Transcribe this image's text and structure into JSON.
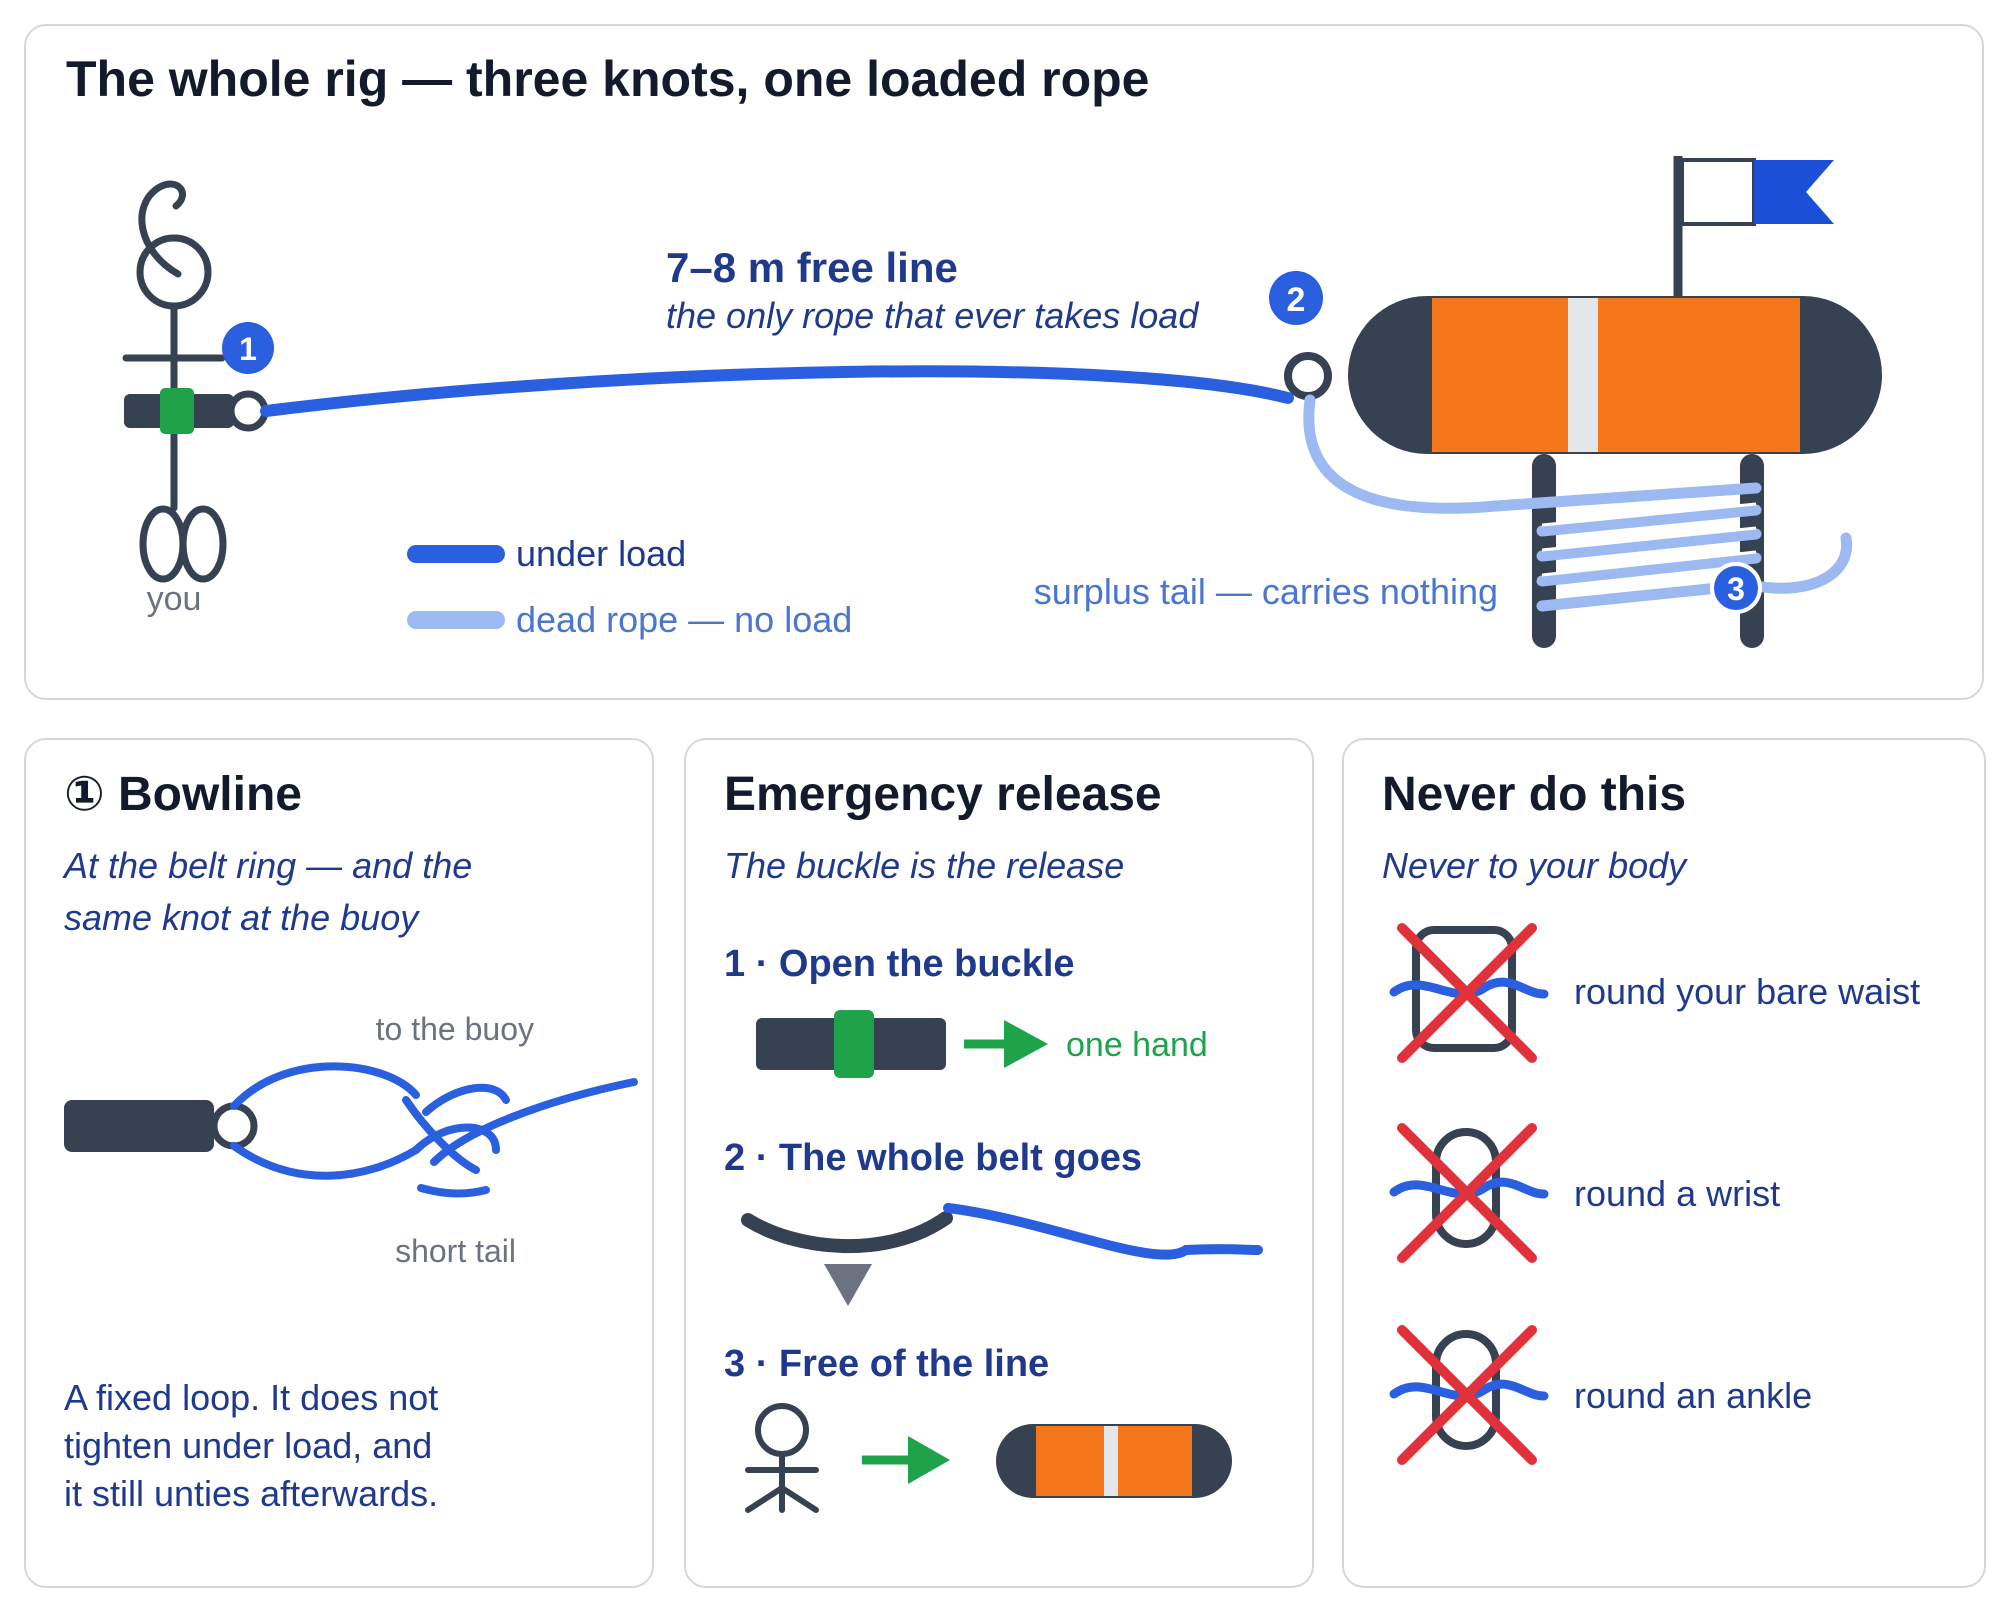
{
  "rig": {
    "title": "The whole rig — three knots, one loaded rope",
    "line_label": "7–8 m free line",
    "line_sub": "the only rope that ever takes load",
    "you_label": "you",
    "knot1": "1",
    "knot2": "2",
    "knot3": "3",
    "legend_loaded": "under load",
    "legend_dead": "dead rope — no load",
    "surplus_label": "surplus tail — carries nothing"
  },
  "bowline": {
    "title": "① Bowline",
    "sub1": "At the belt ring — and the",
    "sub2": "same knot at the buoy",
    "label_buoy": "to the buoy",
    "label_tail": "short tail",
    "desc1": "A fixed loop. It does not",
    "desc2": "tighten under load, and",
    "desc3": "it still unties afterwards."
  },
  "release": {
    "title": "Emergency release",
    "sub": "The buckle is the release",
    "step1": "1 · Open the buckle",
    "one_hand": "one hand",
    "step2": "2 · The whole belt goes",
    "step3": "3 · Free of the line"
  },
  "never": {
    "title": "Never do this",
    "sub": "Never to your body",
    "item1": "round your bare waist",
    "item2": "round a wrist",
    "item3": "round an ankle"
  },
  "colors": {
    "loaded": "#2a5fe0",
    "dead": "#9db9f2",
    "navy": "#1f3a8c",
    "dark": "#364152",
    "orange": "#f4771c",
    "green": "#1ea34a",
    "red": "#e1323b"
  }
}
